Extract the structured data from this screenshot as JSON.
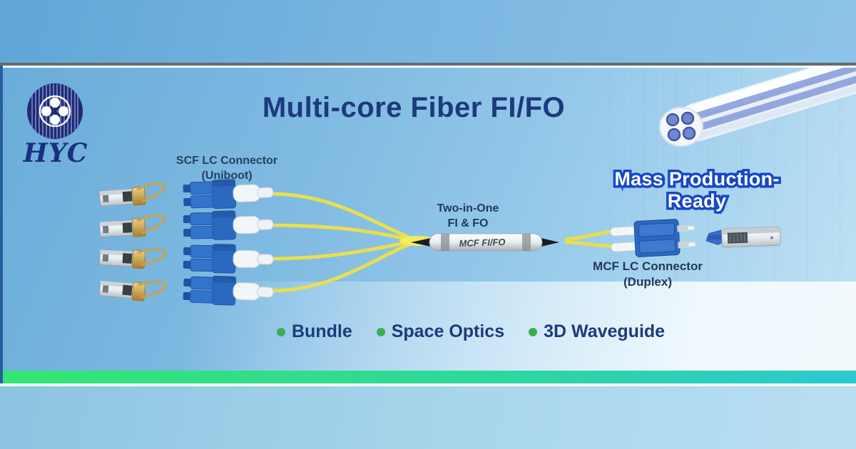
{
  "brand": {
    "name": "HYC"
  },
  "header": {
    "title": "Multi-core Fiber FI/FO"
  },
  "callouts": {
    "scf_connector": {
      "line1": "SCF LC Connector",
      "line2": "(Uniboot)"
    },
    "two_in_one": {
      "line1": "Two-in-One",
      "line2": "FI & FO"
    },
    "device_label": "MCF FI/FO",
    "mass_production": "Mass Production-Ready",
    "mcf_connector": {
      "line1": "MCF LC Connector",
      "line2": "(Duplex)"
    }
  },
  "features": [
    {
      "label": "Bundle"
    },
    {
      "label": "Space Optics"
    },
    {
      "label": "3D Waveguide"
    }
  ],
  "colors": {
    "title_navy": "#1d3a7c",
    "label_navy": "#23405f",
    "feature_dot_green": "#3aae53",
    "mass_production_fill": "#ffffff",
    "mass_production_outline": "#1746c8",
    "cable_yellow": "#e7df50",
    "connector_blue": "#2c68c0",
    "bar_gradient_left": "#35e571",
    "bar_gradient_right": "#29c9cf",
    "logo_navy": "#1e2a78"
  }
}
